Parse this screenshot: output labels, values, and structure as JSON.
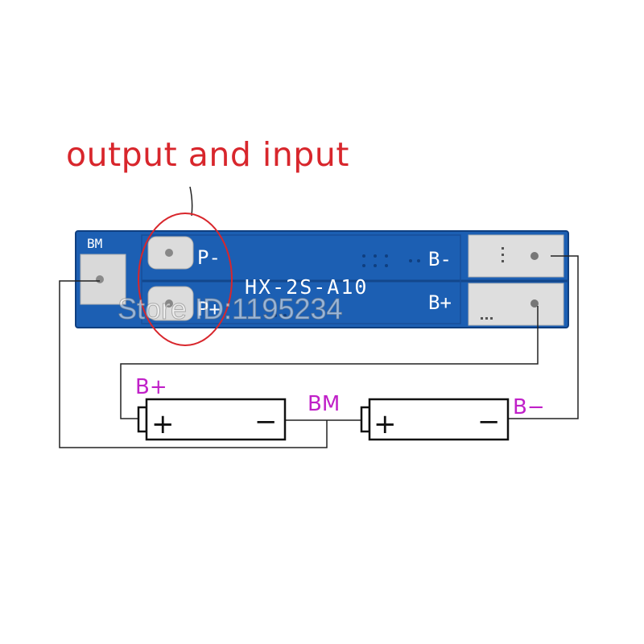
{
  "annotation": {
    "text": "output and input",
    "color": "#d8262c"
  },
  "board": {
    "model": "HX-2S-A10",
    "pads": {
      "bm": "BM",
      "p_minus": "P-",
      "p_plus": "P+",
      "b_minus": "B-",
      "b_plus": "B+"
    },
    "pcb_color": "#1c5fb3"
  },
  "wiring": {
    "b_plus": "B+",
    "bm": "BM",
    "b_minus": "B−",
    "label_color": "#c020c8"
  },
  "cells": [
    {
      "positive": "+",
      "negative": "−"
    },
    {
      "positive": "+",
      "negative": "−"
    }
  ],
  "watermark": "Store ID:1195234"
}
